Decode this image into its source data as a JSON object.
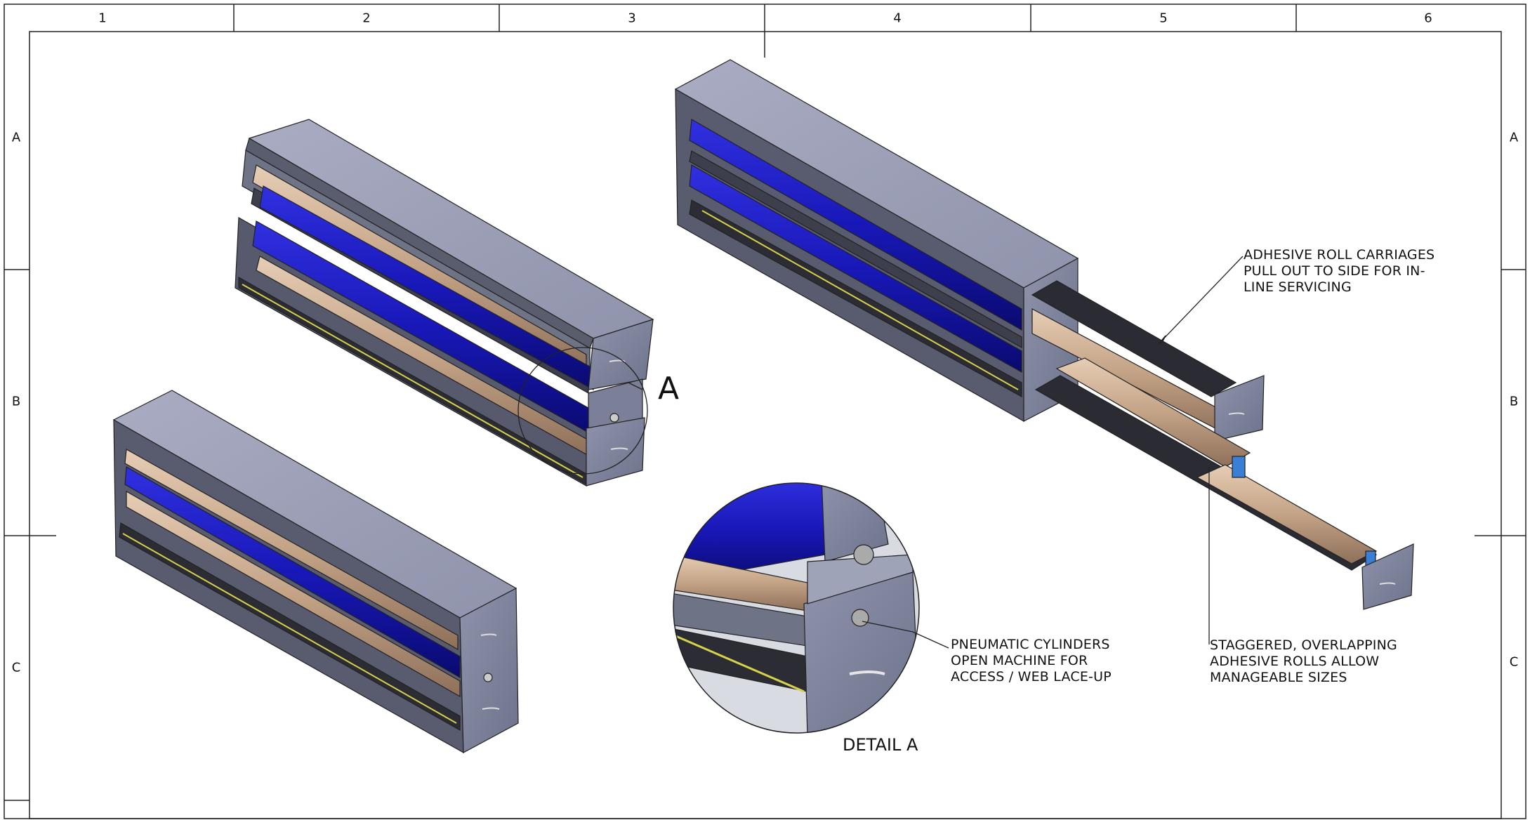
{
  "sheet": {
    "col_labels": [
      "1",
      "2",
      "3",
      "4",
      "5",
      "6"
    ],
    "row_labels": [
      "A",
      "B",
      "C"
    ]
  },
  "callouts": {
    "carriages": "ADHESIVE ROLL CARRIAGES\nPULL OUT TO SIDE FOR IN-\nLINE SERVICING",
    "pneumatic": "PNEUMATIC CYLINDERS\nOPEN MACHINE FOR\nACCESS / WEB LACE-UP",
    "staggered": "STAGGERED, OVERLAPPING\nADHESIVE ROLLS ALLOW\nMANAGEABLE SIZES"
  },
  "detail_marker": "A",
  "detail_title": "DETAIL A",
  "colors": {
    "frame_top": "#9a9db3",
    "frame_dark": "#3a3a40",
    "plate": "#8a8fa6",
    "roller_blue": "#1f1fc8",
    "roll_tan": "#c9a98c",
    "accent_yellow": "#d8d24a",
    "bracket_blue": "#3a7fd6"
  }
}
